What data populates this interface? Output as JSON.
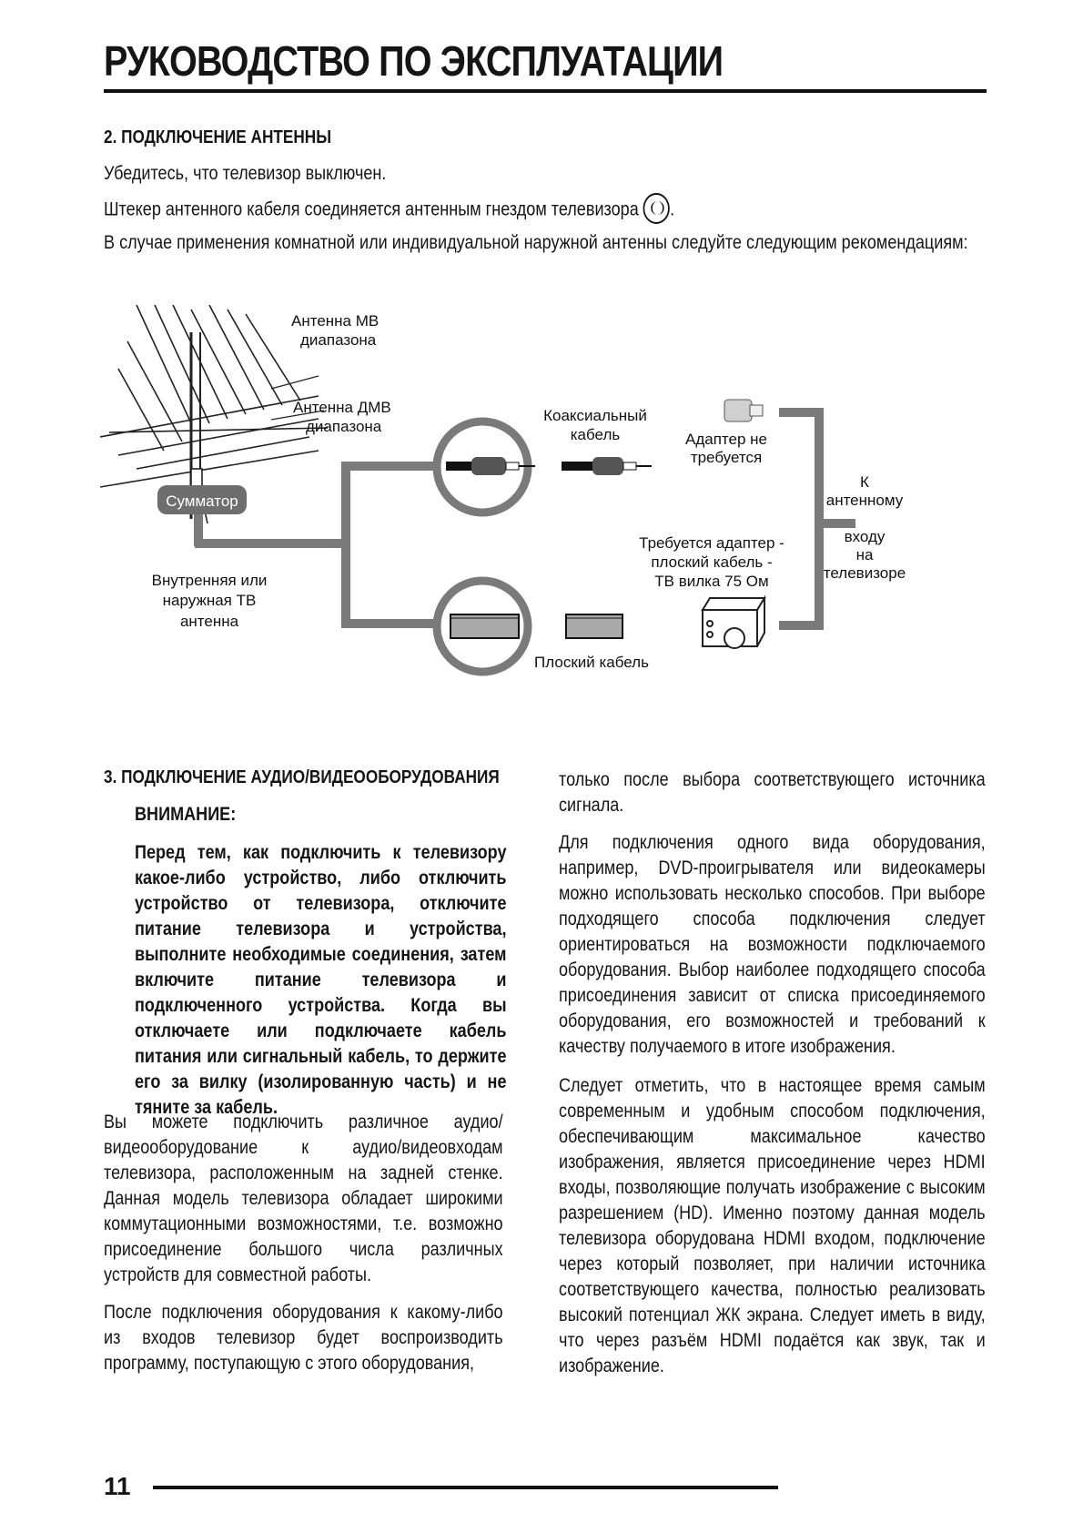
{
  "header": {
    "title": "РУКОВОДСТВО ПО ЭКСПЛУАТАЦИИ"
  },
  "section2": {
    "heading": "2. ПОДКЛЮЧЕНИЕ АНТЕННЫ",
    "p1": "Убедитесь, что телевизор выключен.",
    "p2": "Штекер антенного кабеля соединяется антенным гнездом телевизора",
    "p2_end": ".",
    "p3": "В случае применения комнатной или индивидуальной наружной антенны следуйте следующим рекомендациям:",
    "diagram": {
      "antenna_mv": [
        "Антенна МВ",
        "диапазона"
      ],
      "antenna_dmv": [
        "Антенна ДМВ",
        "диапазона"
      ],
      "summator": "Сумматор",
      "indoor": [
        "Внутренняя или",
        "наружная ТВ",
        "антенна"
      ],
      "coax": [
        "Коаксиальный",
        "кабель"
      ],
      "no_adapter": [
        "Адаптер не",
        "требуется"
      ],
      "need_adapter": [
        "Требуется адаптер -",
        "плоский кабель -",
        "ТВ вилка 75 Ом"
      ],
      "flat_cable": "Плоский кабель",
      "to_tv": [
        "К",
        "антенному",
        "входу",
        "на",
        "телевизоре"
      ]
    }
  },
  "section3": {
    "heading": "3. ПОДКЛЮЧЕНИЕ АУДИО/ВИДЕООБОРУДОВАНИЯ",
    "warning_title": "ВНИМАНИЕ:",
    "warning_text": "Перед тем, как подключить к телевизору какое-либо устройство, либо отключить устройство от телевизора, отключите питание телевизора и устройства, выполните необходимые соединения, затем включите питание телевизора и подключенного устройства. Когда вы отключаете или подключаете кабель питания или сигнальный кабель, то держите его за вилку (изолированную часть) и не тяните за кабель.",
    "left_p1": "Вы можете подключить различное аудио/видеооборудование к аудио/видеовходам телевизора, расположенным на задней стенке. Данная модель телевизора обладает широкими коммутационными возможностями, т.е. возможно присоединение большого числа различных устройств для совместной работы.",
    "left_p2": "После подключения оборудования к какому-либо из входов телевизор будет воспроизводить программу, поступающую с этого оборудования,",
    "right_p1": "только после выбора соответствующего источника сигнала.",
    "right_p2": "Для подключения одного вида оборудования, например, DVD-проигрывателя или видеокамеры можно использовать несколько способов. При выборе подходящего способа подключения следует ориентироваться на возможности подключаемого оборудования. Выбор наиболее подходящего способа присоединения зависит от списка присоединяемого оборудования, его возможностей и требований к качеству получаемого в итоге изображения.",
    "right_p3": "Следует отметить, что в настоящее время самым современным и удобным способом подключения, обеспечивающим максимальное качество изображения, является присоединение через HDMI входы, позволяющие получать изображение с высоким разрешением (HD). Именно поэтому данная модель телевизора оборудована HDMI входом, подключение через который позволяет, при наличии источника соответствующего качества, полностью реализовать высокий потенциал ЖК экрана. Следует иметь в виду, что через разъём HDMI подаётся как звук, так и изображение."
  },
  "footer": {
    "page_number": "11"
  }
}
